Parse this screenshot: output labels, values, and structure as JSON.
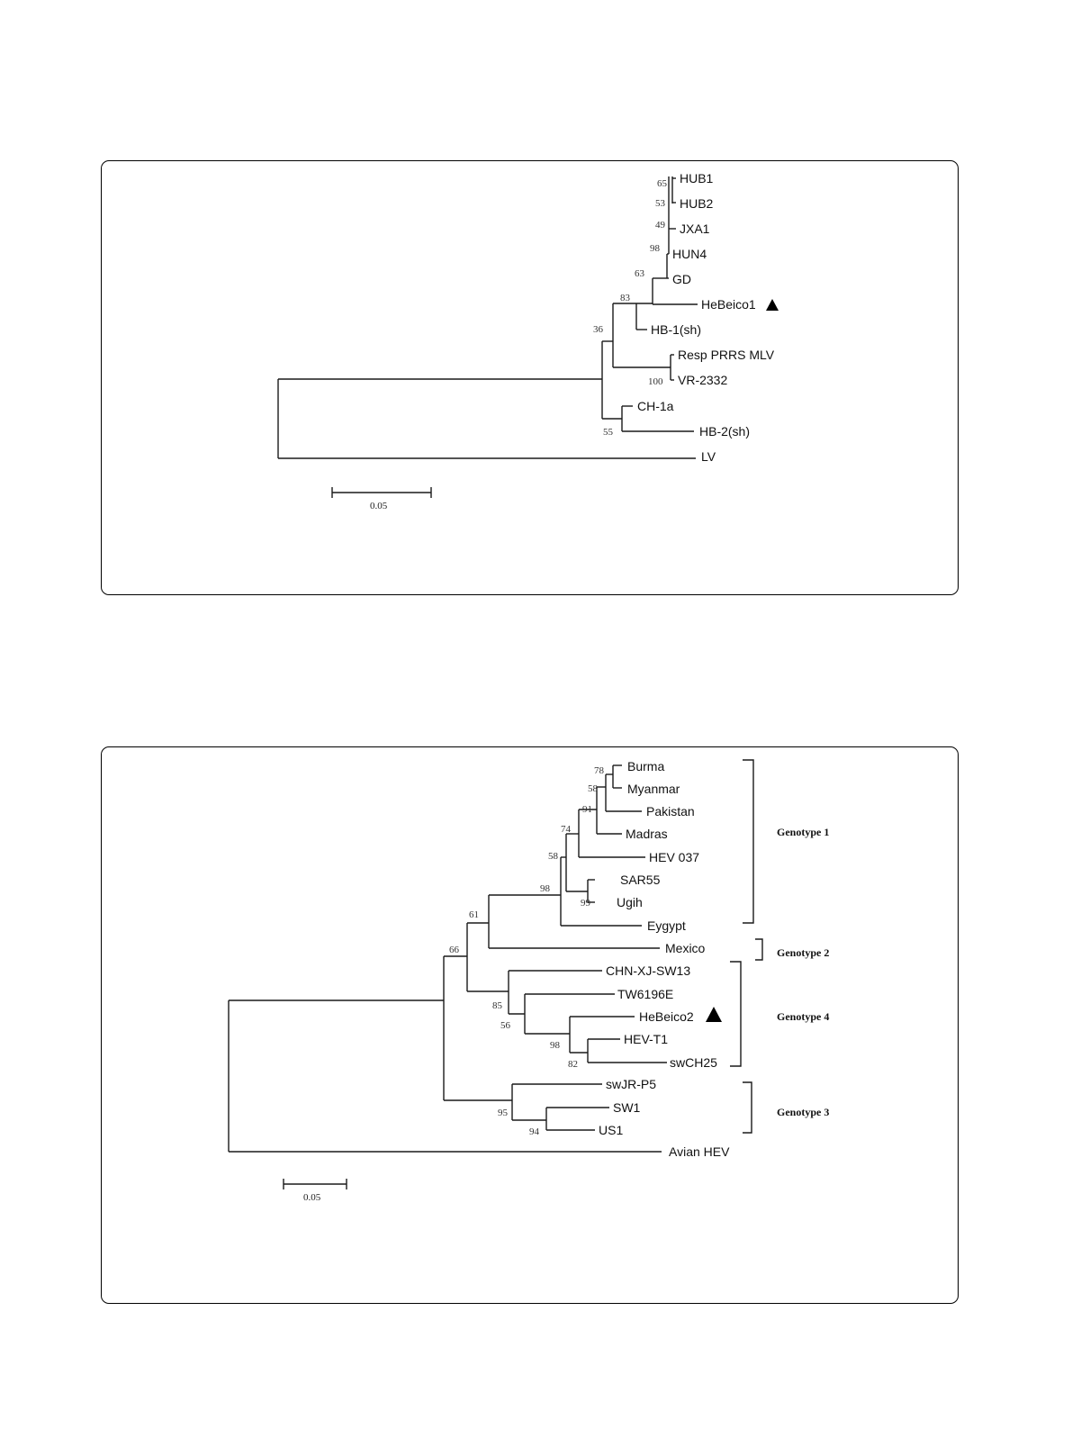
{
  "tree_a": {
    "leaves": {
      "hub1": "HUB1",
      "hub2": "HUB2",
      "jxa1": "JXA1",
      "hun4": "HUN4",
      "gd": "GD",
      "hebeico1": "HeBeico1",
      "hb1": "HB-1(sh)",
      "resp": "Resp PRRS MLV",
      "vr2332": "VR-2332",
      "ch1a": "CH-1a",
      "hb2": "HB-2(sh)",
      "lv": "LV"
    },
    "bootstrap": {
      "b65": "65",
      "b53": "53",
      "b49": "49",
      "b98": "98",
      "b63": "63",
      "b83": "83",
      "b36": "36",
      "b100": "100",
      "b55": "55"
    },
    "scale": "0.05"
  },
  "tree_b": {
    "leaves": {
      "burma": "Burma",
      "myanmar": "Myanmar",
      "pakistan": "Pakistan",
      "madras": "Madras",
      "hev037": "HEV 037",
      "sar55": "SAR55",
      "ugih": "Ugih",
      "eygypt": "Eygypt",
      "mexico": "Mexico",
      "chnxj": "CHN-XJ-SW13",
      "tw6196e": "TW6196E",
      "hebeico2": "HeBeico2",
      "hevt1": "HEV-T1",
      "swch25": "swCH25",
      "swjrp5": "swJR-P5",
      "sw1": "SW1",
      "us1": "US1",
      "avian": "Avian HEV"
    },
    "bootstrap": {
      "b78": "78",
      "b58a": "58",
      "b91": "91",
      "b74": "74",
      "b58b": "58",
      "b98a": "98",
      "b99": "99",
      "b61": "61",
      "b66": "66",
      "b85": "85",
      "b56": "56",
      "b98b": "98",
      "b82": "82",
      "b95": "95",
      "b94": "94"
    },
    "groups": {
      "g1": "Genotype 1",
      "g2": "Genotype 2",
      "g4": "Genotype 4",
      "g3": "Genotype 3"
    },
    "scale": "0.05"
  }
}
